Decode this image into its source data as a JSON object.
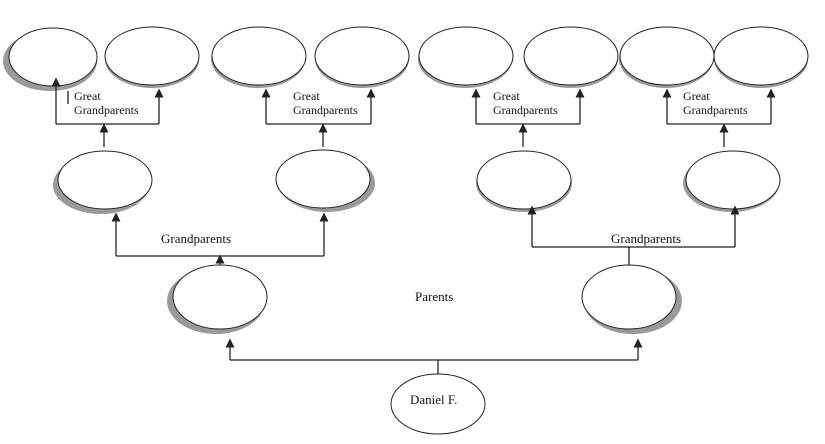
{
  "labels": {
    "great_grandparents": "Great\nGrandparents",
    "grandparents": "Grandparents",
    "parents": "Parents",
    "root": "Daniel F."
  },
  "colors": {
    "line": "#222222",
    "oval_fill": "#ffffff",
    "shadow": "#9a9a9a"
  }
}
